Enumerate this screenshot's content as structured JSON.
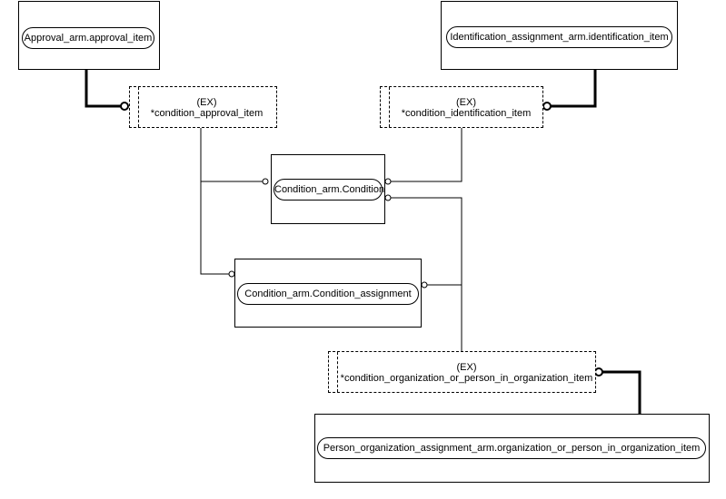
{
  "entities": {
    "approval_item": "Approval_arm.approval_item",
    "identification_item": "Identification_assignment_arm.identification_item",
    "condition": "Condition_arm.Condition",
    "condition_assignment": "Condition_arm.Condition_assignment",
    "org_person_item": "Person_organization_assignment_arm.organization_or_person_in_organization_item"
  },
  "selects": {
    "approval": {
      "tag": "(EX)",
      "name": "*condition_approval_item"
    },
    "identification": {
      "tag": "(EX)",
      "name": "*condition_identification_item"
    },
    "organization": {
      "tag": "(EX)",
      "name": "*condition_organization_or_person_in_organization_item"
    }
  }
}
